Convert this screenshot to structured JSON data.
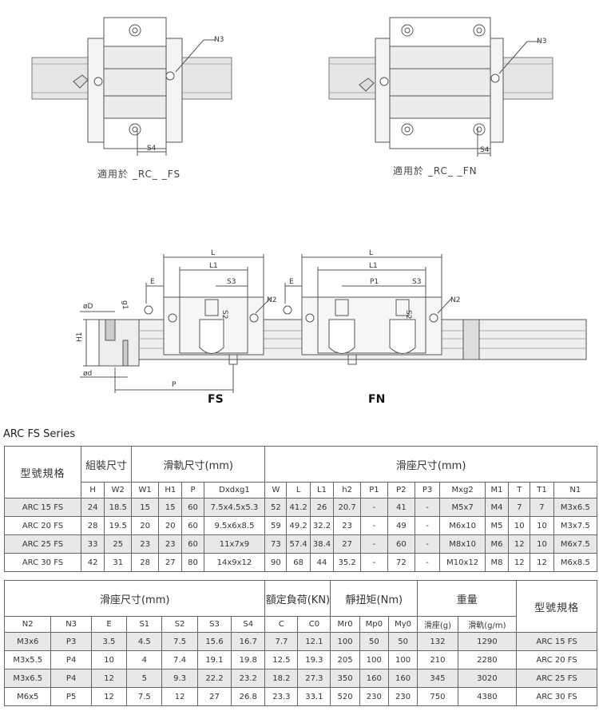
{
  "top": {
    "left_caption": "適用於  _RC_ _FS",
    "right_caption": "適用於  _RC_ _FN",
    "label_n3": "N3",
    "label_s4": "S4"
  },
  "middle": {
    "labels": {
      "L": "L",
      "L1": "L1",
      "E": "E",
      "S3": "S3",
      "S2": "S2",
      "N2": "N2",
      "P1": "P1",
      "P": "P",
      "D": "øD",
      "d": "ød",
      "H1": "H1",
      "g1": "g1"
    },
    "fs_label": "FS",
    "fn_label": "FN"
  },
  "series_title": "ARC FS Series",
  "table1": {
    "group_headers": {
      "model": "型號規格",
      "assembly": "組裝尺寸",
      "rail": "滑軌尺寸(mm)",
      "block": "滑座尺寸(mm)"
    },
    "sub_headers": [
      "H",
      "W2",
      "W1",
      "H1",
      "P",
      "Dxdxg1",
      "W",
      "L",
      "L1",
      "h2",
      "P1",
      "P2",
      "P3",
      "Mxg2",
      "M1",
      "T",
      "T1",
      "N1"
    ],
    "rows": [
      [
        "ARC 15 FS",
        "24",
        "18.5",
        "15",
        "15",
        "60",
        "7.5x4.5x5.3",
        "52",
        "41.2",
        "26",
        "20.7",
        "-",
        "41",
        "-",
        "M5x7",
        "M4",
        "7",
        "7",
        "M3x6.5"
      ],
      [
        "ARC 20 FS",
        "28",
        "19.5",
        "20",
        "20",
        "60",
        "9.5x6x8.5",
        "59",
        "49.2",
        "32.2",
        "23",
        "-",
        "49",
        "-",
        "M6x10",
        "M5",
        "10",
        "10",
        "M3x7.5"
      ],
      [
        "ARC 25 FS",
        "33",
        "25",
        "23",
        "23",
        "60",
        "11x7x9",
        "73",
        "57.4",
        "38.4",
        "27",
        "-",
        "60",
        "-",
        "M8x10",
        "M6",
        "12",
        "10",
        "M6x7.5"
      ],
      [
        "ARC 30 FS",
        "42",
        "31",
        "28",
        "27",
        "80",
        "14x9x12",
        "90",
        "68",
        "44",
        "35.2",
        "-",
        "72",
        "-",
        "M10x12",
        "M8",
        "12",
        "12",
        "M6x8.5"
      ]
    ]
  },
  "table2": {
    "group_headers": {
      "block": "滑座尺寸(mm)",
      "load": "額定負荷(KN)",
      "torque": "靜扭矩(Nm)",
      "weight": "重量",
      "model": "型號規格"
    },
    "sub_headers": [
      "N2",
      "N3",
      "E",
      "S1",
      "S2",
      "S3",
      "S4",
      "C",
      "C0",
      "Mr0",
      "Mp0",
      "My0",
      "滑座(g)",
      "滑軌(g/m)"
    ],
    "rows": [
      [
        "M3x6",
        "P3",
        "3.5",
        "4.5",
        "7.5",
        "15.6",
        "16.7",
        "7.7",
        "12.1",
        "100",
        "50",
        "50",
        "132",
        "1290",
        "ARC 15 FS"
      ],
      [
        "M3x5.5",
        "P4",
        "10",
        "4",
        "7.4",
        "19.1",
        "19.8",
        "12.5",
        "19.3",
        "205",
        "100",
        "100",
        "210",
        "2280",
        "ARC 20 FS"
      ],
      [
        "M3x6.5",
        "P4",
        "12",
        "5",
        "9.3",
        "22.2",
        "23.2",
        "18.2",
        "27.3",
        "350",
        "160",
        "160",
        "345",
        "3020",
        "ARC 25 FS"
      ],
      [
        "M6x5",
        "P5",
        "12",
        "7.5",
        "12",
        "27",
        "26.8",
        "23.3",
        "33.1",
        "520",
        "230",
        "230",
        "750",
        "4380",
        "ARC 30 FS"
      ]
    ]
  }
}
